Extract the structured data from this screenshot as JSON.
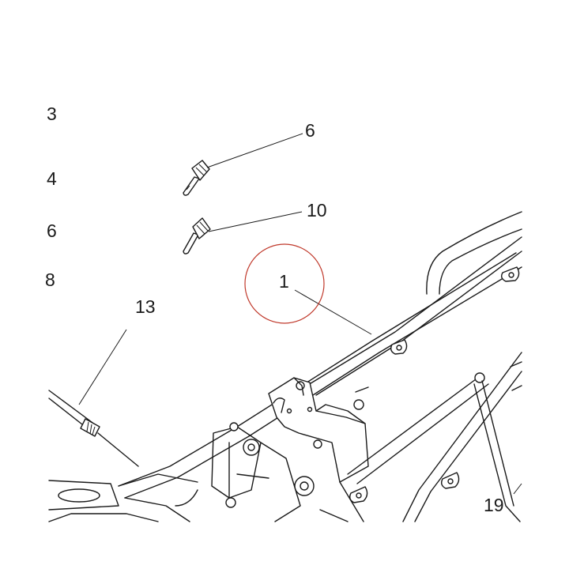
{
  "diagram": {
    "callouts": {
      "c3": "3",
      "c4": "4",
      "c6_left": "6",
      "c8": "8",
      "c6_top": "6",
      "c10": "10",
      "c1": "1",
      "c13": "13",
      "c19": "19"
    },
    "colors": {
      "line": "#1a1a1a",
      "background": "#ffffff",
      "highlight_circle": "#c0392b"
    }
  }
}
